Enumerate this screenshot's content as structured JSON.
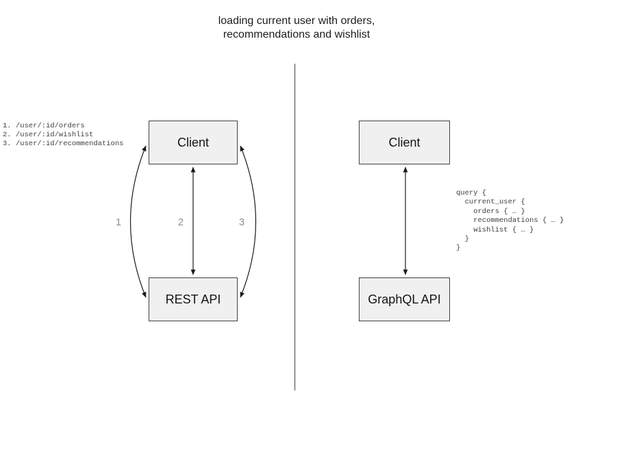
{
  "title": "loading current user with orders,\nrecommendations and wishlist",
  "left": {
    "client_label": "Client",
    "api_label": "REST API",
    "endpoints": [
      "1. /user/:id/orders",
      "2. /user/:id/wishlist",
      "3. /user/:id/recommendations"
    ],
    "arrow_labels": [
      "1",
      "2",
      "3"
    ]
  },
  "right": {
    "client_label": "Client",
    "api_label": "GraphQL API",
    "query_lines": [
      "query {",
      "  current_user {",
      "    orders { … }",
      "    recommendations { … }",
      "    wishlist { … }",
      "  }",
      "}"
    ]
  },
  "colors": {
    "box_fill": "#f0f0f0",
    "box_border": "#404040",
    "arrow": "#1a1a1a",
    "divider": "#707070",
    "arrow_label_text": "#8f8f8f",
    "code_text": "#404040"
  }
}
